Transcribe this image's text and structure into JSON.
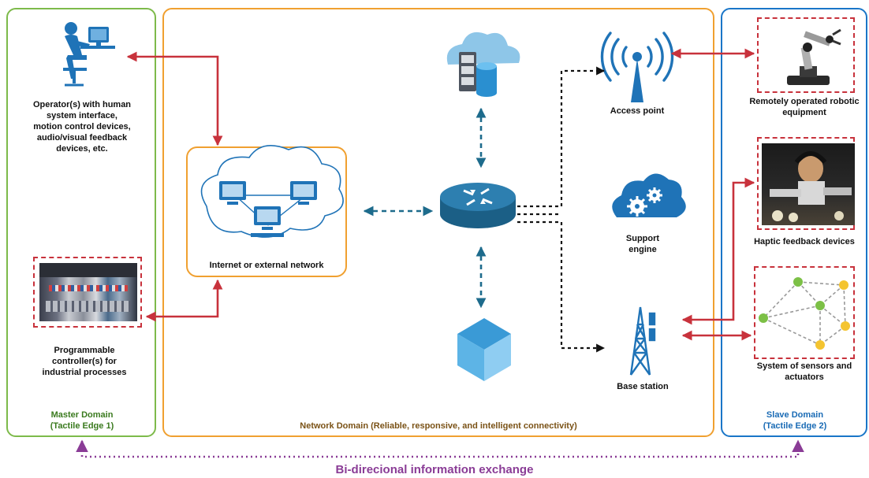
{
  "labels": {
    "operator": "Operator(s) with human system interface, motion control devices, audio/visual feedback devices, etc.",
    "plc": "Programmable controller(s) for industrial processes",
    "internet": "Internet or external network",
    "access_point": "Access point",
    "support_engine": "Support engine",
    "base_station": "Base station",
    "robotic": "Remotely operated robotic equipment",
    "haptic": "Haptic feedback devices",
    "sensors": "System of sensors and actuators"
  },
  "domains": {
    "master": "Master Domain\n(Tactile Edge 1)",
    "network": "Network Domain (Reliable, responsive, and intelligent connectivity)",
    "slave": "Slave Domain\n(Tactile Edge 2)"
  },
  "footer": "Bi-direcional information exchange",
  "colors": {
    "master_border": "#7dba4a",
    "network_border": "#f0a030",
    "slave_border": "#1a76c8",
    "master_text": "#3a7a1e",
    "network_text": "#7a5216",
    "slave_text": "#1a6bb5",
    "red_arrow": "#c8323c",
    "blue_arrow": "#1d6b8c",
    "purple": "#8a3c96",
    "icon_blue": "#1f73b7"
  }
}
